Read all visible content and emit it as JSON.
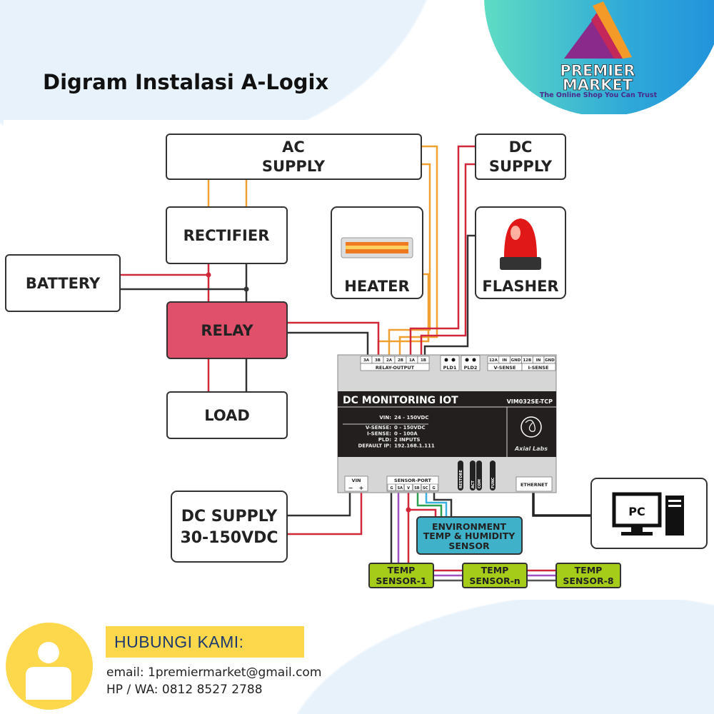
{
  "title": "Digram Instalasi A-Logix",
  "brand": {
    "name_line1": "PREMIER",
    "name_line2": "MARKET",
    "tagline": "The Online Shop You Can Trust",
    "colors": {
      "circle_start": "#5fdcc4",
      "circle_end": "#2191dc"
    }
  },
  "diagram": {
    "ac_supply": [
      "AC",
      "SUPPLY"
    ],
    "rectifier": "RECTIFIER",
    "battery": "BATTERY",
    "relay": "RELAY",
    "load": "LOAD",
    "heater": "HEATER",
    "dc_supply_top": [
      "DC",
      "SUPPLY"
    ],
    "flasher": "FLASHER",
    "dc_supply_bottom": [
      "DC SUPPLY",
      "30-150VDC"
    ],
    "pc": "PC",
    "env_sensor": [
      "ENVIRONMENT",
      "TEMP & HUMIDITY",
      "SENSOR"
    ],
    "temp_sensors": [
      [
        "TEMP",
        "SENSOR-1"
      ],
      [
        "TEMP",
        "SENSOR-n"
      ],
      [
        "TEMP",
        "SENSOR-8"
      ]
    ],
    "device": {
      "name": "DC MONITORING IOT",
      "model": "VIM032SE-TCP",
      "relay_pins": [
        "3A",
        "3B",
        "2A",
        "2B",
        "1A",
        "1B"
      ],
      "relay_label": "RELAY-OUTPUT",
      "pld1": "PLD1",
      "pld2": "PLD2",
      "sense_pins": [
        "12A",
        "IN",
        "GND",
        "12B",
        "IN",
        "GND"
      ],
      "v_sense": "V-SENSE",
      "i_sense": "I-SENSE",
      "specs": [
        {
          "k": "VIN:",
          "v": "24 - 150VDC"
        },
        {
          "k": "V-SENSE:",
          "v": "0 - 150VDC"
        },
        {
          "k": "I-SENSE:",
          "v": "0 - 100A"
        },
        {
          "k": "PLD:",
          "v": "2 INPUTS"
        },
        {
          "k": "DEFAULT IP:",
          "v": "192.168.1.111"
        }
      ],
      "maker": "Axial Labs",
      "vin_label": "VIN",
      "vin_pins": [
        "−",
        "+"
      ],
      "sensor_port_label": "SENSOR-PORT",
      "sensor_pins": [
        "G",
        "SA",
        "V",
        "SB",
        "SC",
        "G"
      ],
      "leds": [
        "RESTORE",
        "ACT",
        "COM",
        "FUNC"
      ],
      "ethernet": "ETHERNET"
    },
    "colors": {
      "relay": "#e0506a",
      "env_sensor": "#3fb1c9",
      "temp_sensor": "#a6cc1a",
      "wire_red": "#d2283c",
      "wire_orange": "#f0a030"
    }
  },
  "contact": {
    "heading": "HUBUNGI KAMI:",
    "email": "email: 1premiermarket@gmail.com",
    "phone": "HP / WA: 0812 8527 2788"
  }
}
